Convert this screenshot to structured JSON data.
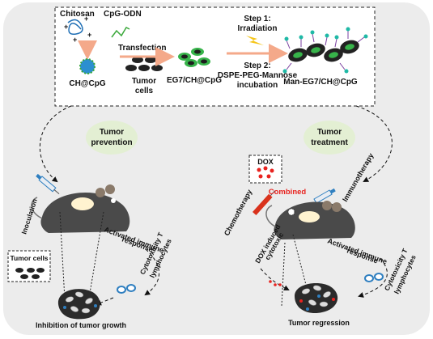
{
  "top_panel": {
    "chitosan": "Chitosan",
    "cpg_odn": "CpG-ODN",
    "ch_cpg": "CH@CpG",
    "transfection": "Transfection",
    "tumor_cells_1": "Tumor",
    "tumor_cells_2": "cells",
    "eg7_ch_cpg": "EG7/CH@CpG",
    "step1_title": "Step 1:",
    "step1_text": "Irradiation",
    "step2_title": "Step 2:",
    "step2_line1": "DSPE-PEG-Mannose",
    "step2_line2": "incubation",
    "man_eg7": "Man-EG7/CH@CpG"
  },
  "left_panel": {
    "bubble_line1": "Tumor",
    "bubble_line2": "prevention",
    "inoculation": "Inoculation",
    "tumor_cells_box": "Tumor cells",
    "activated_line1": "Activated immune",
    "activated_line2": "response",
    "cyto_line1": "Cytotoxicity T",
    "cyto_line2": "lymphocytes",
    "result": "Inhibition of tumor growth"
  },
  "right_panel": {
    "bubble_line1": "Tumor",
    "bubble_line2": "treatment",
    "dox": "DOX",
    "chemotherapy": "Chemotherapy",
    "combined": "Combined",
    "immunotherapy": "Immunotherapy",
    "dox_induced_line1": "DOX induced",
    "dox_induced_line2": "cytotoxic",
    "activated_line1": "Activated immune",
    "activated_line2": "response",
    "cyto_line1": "Cytotoxicity T",
    "cyto_line2": "lymphocytes",
    "result": "Tumor regression"
  },
  "colors": {
    "background_panel": "#ececec",
    "bubble": "#e3efd3",
    "combined_text": "#e8231f",
    "dox_dots": "#e8231f",
    "arrow_salmon": "#f4a98a",
    "cell_green": "#37b34a",
    "ligand_cyan": "#1fb9a6",
    "ligand_purple": "#7a3fa0",
    "syringe_blue": "#2f7fc0",
    "chemo_red": "#d9321c"
  }
}
